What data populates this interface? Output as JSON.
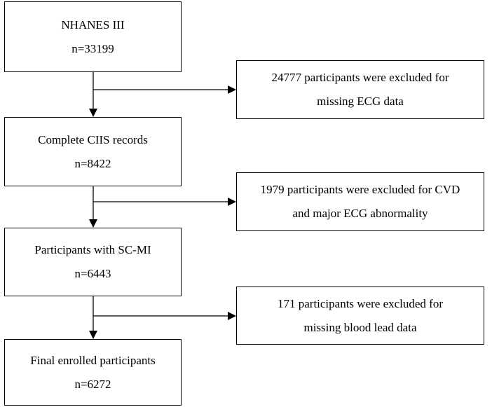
{
  "boxes": {
    "nhanes": {
      "line1": "NHANES III",
      "line2": "n=33199"
    },
    "ciis": {
      "line1": "Complete CIIS records",
      "line2": "n=8422"
    },
    "scmi": {
      "line1": "Participants with SC-MI",
      "line2": "n=6443"
    },
    "final": {
      "line1": "Final enrolled participants",
      "line2": "n=6272"
    }
  },
  "exclusions": {
    "ecg": {
      "line1": "24777 participants were excluded for",
      "line2": "missing ECG data"
    },
    "cvd": {
      "line1": "1979 participants were excluded for CVD",
      "line2": "and major ECG abnormality"
    },
    "lead": {
      "line1": "171 participants were excluded for",
      "line2": "missing blood lead data"
    }
  }
}
